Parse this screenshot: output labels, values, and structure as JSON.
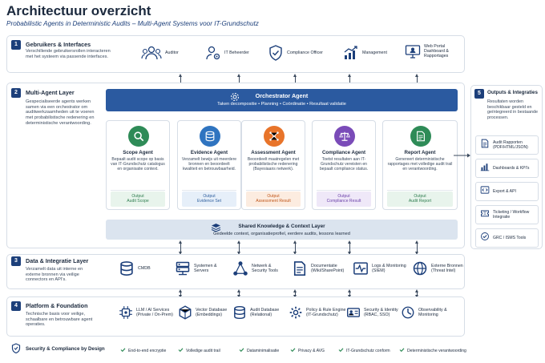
{
  "header": {
    "title": "Architectuur overzicht",
    "subtitle": "Probabilistic Agents in Deterministic Audits – Multi-Agent Systems voor IT-Grundschutz"
  },
  "layers": [
    {
      "num": "1",
      "title": "Gebruikers & Interfaces",
      "desc": "Verschillende gebruikersrollen interacteren met het systeem via passende interfaces."
    },
    {
      "num": "2",
      "title": "Multi-Agent Layer",
      "desc": "Gespecialiseerde agents werken samen via een orchestrator om auditwerkzaamheden uit te voeren met probabilistische redenering en deterministische verantwoording."
    },
    {
      "num": "3",
      "title": "Data & Integratie Layer",
      "desc": "Verzamelt data uit interne en externe bronnen via veilige connectors en API's."
    },
    {
      "num": "4",
      "title": "Platform & Foundation",
      "desc": "Technische basis voor veilige, schaalbare en betrouwbare agent operaties."
    }
  ],
  "users": [
    {
      "icon": "users-icon",
      "label": "Auditor"
    },
    {
      "icon": "it-admin-icon",
      "label": "IT Beheerder"
    },
    {
      "icon": "shield-check-icon",
      "label": "Compliance Officer"
    },
    {
      "icon": "chart-growth-icon",
      "label": "Management"
    },
    {
      "icon": "web-portal-icon",
      "label": "Web Portal\nDashboard &\nRapportages"
    }
  ],
  "orchestrator": {
    "title": "Orchestrator Agent",
    "desc": "Taken decompositie • Planning • Coördinatie • Resultaat validatie"
  },
  "agents": [
    {
      "icon": "search-icon",
      "color": "#2e8b57",
      "title": "Scope Agent",
      "desc": "Bepaalt audit scope op basis van IT-Grundschutz catalogus en organisatie context.",
      "out1": "Output",
      "out2": "Audit Scope",
      "outbg": "#e8f4ec",
      "outfg": "#2e7d4f"
    },
    {
      "icon": "database-icon",
      "color": "#2f74c0",
      "title": "Evidence Agent",
      "desc": "Verzamelt bewijs uit meerdere bronnen en beoordeelt kwaliteit en betrouwbaarheid.",
      "out1": "Output",
      "out2": "Evidence Set",
      "outbg": "#e6eff9",
      "outfg": "#2f5f9e"
    },
    {
      "icon": "network-brain-icon",
      "color": "#e8742a",
      "title": "Assessment Agent",
      "desc": "Beoordeelt maatregelen met probabilistische redenering (Bayesiaans netwerk).",
      "out1": "Output",
      "out2": "Assessment Result",
      "outbg": "#fcece0",
      "outfg": "#c0561a"
    },
    {
      "icon": "scales-icon",
      "color": "#7a4bb8",
      "title": "Compliance Agent",
      "desc": "Toetst resultaten aan IT-Grundschutz vereisten en bepaalt compliance status.",
      "out1": "Output",
      "out2": "Compliance Result",
      "outbg": "#efe8f8",
      "outfg": "#6a3fa8"
    },
    {
      "icon": "report-icon",
      "color": "#2e8b57",
      "title": "Report Agent",
      "desc": "Genereert deterministische rapportages met volledige audit trail en verantwoording.",
      "out1": "Output",
      "out2": "Audit Report",
      "outbg": "#e8f4ec",
      "outfg": "#2e7d4f"
    }
  ],
  "shared": {
    "title": "Shared Knowledge & Context Layer",
    "desc": "Gedeelde context, organisatieprofiel, eerdere audits, lessons learned"
  },
  "outputs": {
    "num": "5",
    "title": "Outputs & Integraties",
    "desc": "Resultaten worden beschikbaar gesteld en geïntegreerd in bestaande processen.",
    "items": [
      {
        "icon": "document-icon",
        "label": "Audit Rapporten\n(PDF/HTML/JSON)"
      },
      {
        "icon": "bar-chart-icon",
        "label": "Dashboards & KPI's"
      },
      {
        "icon": "code-icon",
        "label": "Export & API"
      },
      {
        "icon": "ticket-icon",
        "label": "Ticketing / Workflow\nIntegratie"
      },
      {
        "icon": "grc-icon",
        "label": "GRC / ISMS Tools"
      }
    ]
  },
  "data_items": [
    {
      "icon": "database-icon",
      "label": "CMDB"
    },
    {
      "icon": "server-icon",
      "label": "Systemen &\nServers"
    },
    {
      "icon": "network-icon",
      "label": "Netwerk &\nSecurity Tools"
    },
    {
      "icon": "document-icon",
      "label": "Documentatie\n(Wiki/SharePoint)"
    },
    {
      "icon": "pulse-icon",
      "label": "Logs & Monitoring\n(SIEM)"
    },
    {
      "icon": "globe-icon",
      "label": "Externe Bronnen\n(Threat Intel)"
    }
  ],
  "platform_items": [
    {
      "icon": "llm-chip-icon",
      "label": "LLM / AI Services\n(Private / On-Prem)"
    },
    {
      "icon": "vector-db-icon",
      "label": "Vector Database\n(Embeddings)"
    },
    {
      "icon": "database-icon",
      "label": "Audit Database\n(Relational)"
    },
    {
      "icon": "gear-icon",
      "label": "Policy & Rule Engine\n(IT-Grundschutz)"
    },
    {
      "icon": "id-card-icon",
      "label": "Security & Identity\n(RBAC, SSO)"
    },
    {
      "icon": "observability-icon",
      "label": "Observability &\nMonitoring"
    }
  ],
  "footer": {
    "title": "Security & Compliance by Design",
    "items": [
      "End-to-end encryptie",
      "Volledige audit trail",
      "Dataminimalisatie",
      "Privacy & AVG",
      "IT-Grundschutz conform",
      "Deterministische verantwoording"
    ]
  },
  "colors": {
    "navy": "#1c3f7a",
    "orchestrator": "#2b5aa0",
    "shared": "#dbe4ef"
  }
}
